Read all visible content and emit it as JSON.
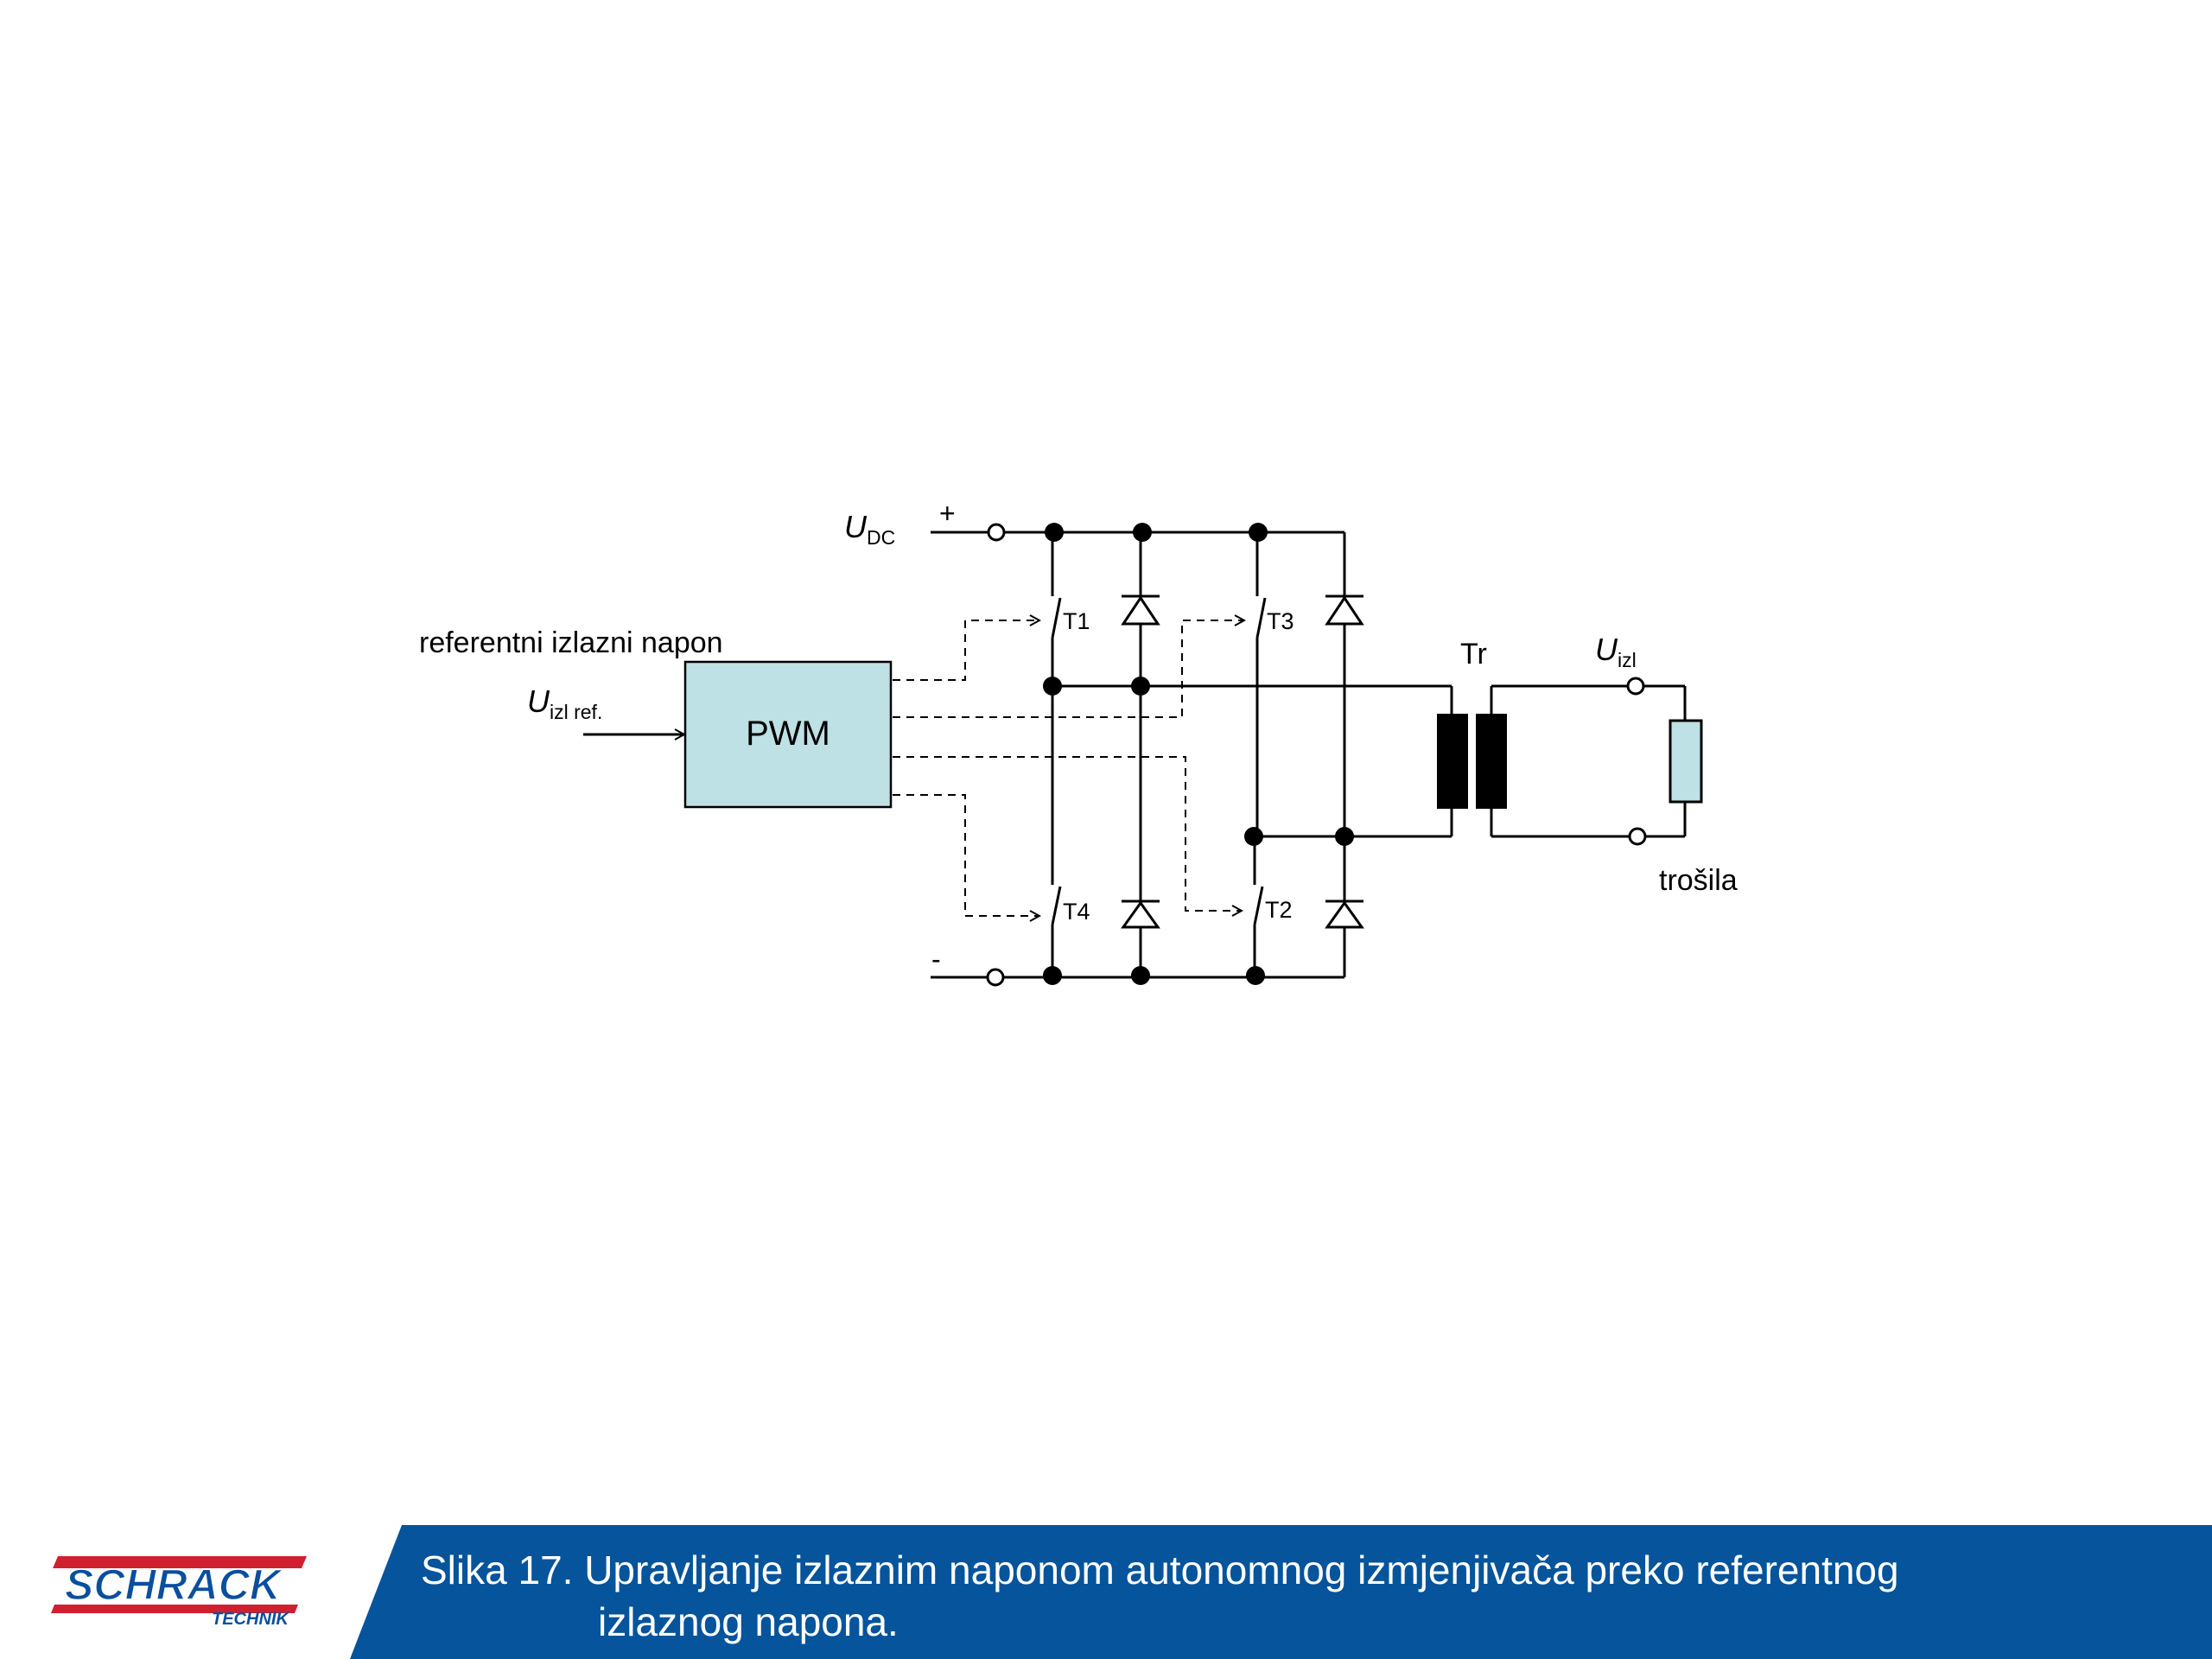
{
  "diagram": {
    "input_label": "referentni izlazni napon",
    "input_symbol": "U",
    "input_subscript": "izl ref.",
    "pwm_label": "PWM",
    "supply_symbol": "U",
    "supply_subscript": "DC",
    "plus_label": "+",
    "minus_label": "-",
    "switches": [
      "T1",
      "T2",
      "T3",
      "T4"
    ],
    "transformer_label": "Tr",
    "output_symbol": "U",
    "output_subscript": "izl",
    "load_label": "trošila",
    "colors": {
      "pwm_fill": "#bde1e5",
      "load_fill": "#bde1e5",
      "line": "#000000"
    }
  },
  "footer": {
    "logo_main": "SCHRACK",
    "logo_sub": "TECHNIK",
    "caption_line1": "Slika 17. Upravljanje izlaznim naponom autonomnog izmjenjivača preko referentnog",
    "caption_line2": "izlaznog napona.",
    "colors": {
      "bar": "#06549b",
      "logo_blue": "#0a4f9e",
      "logo_red": "#d0202f"
    }
  }
}
